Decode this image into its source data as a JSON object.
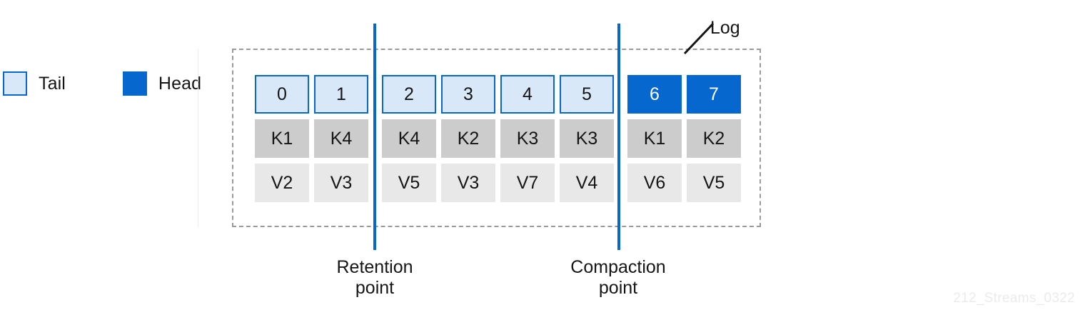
{
  "legend": {
    "items": [
      {
        "label": "Tail",
        "swatch": "tail-swatch-icon",
        "color": "#d9e8f8",
        "border": "#0668cf"
      },
      {
        "label": "Head",
        "swatch": "head-swatch-icon",
        "color": "#0668cf",
        "border": "#0668cf"
      }
    ]
  },
  "log": {
    "label": "Log",
    "records": [
      {
        "offset": "0",
        "key": "K1",
        "value": "V2",
        "state": "tail"
      },
      {
        "offset": "1",
        "key": "K4",
        "value": "V3",
        "state": "tail"
      },
      {
        "offset": "2",
        "key": "K4",
        "value": "V5",
        "state": "tail"
      },
      {
        "offset": "3",
        "key": "K2",
        "value": "V3",
        "state": "tail"
      },
      {
        "offset": "4",
        "key": "K3",
        "value": "V7",
        "state": "tail"
      },
      {
        "offset": "5",
        "key": "K3",
        "value": "V4",
        "state": "tail"
      },
      {
        "offset": "6",
        "key": "K1",
        "value": "V6",
        "state": "head"
      },
      {
        "offset": "7",
        "key": "K2",
        "value": "V5",
        "state": "head"
      }
    ]
  },
  "markers": [
    {
      "id": "retention",
      "line1": "Retention",
      "line2": "point",
      "color": "#0668cf"
    },
    {
      "id": "compaction",
      "line1": "Compaction",
      "line2": "point",
      "color": "#0668cf"
    }
  ],
  "watermark": "212_Streams_0322"
}
